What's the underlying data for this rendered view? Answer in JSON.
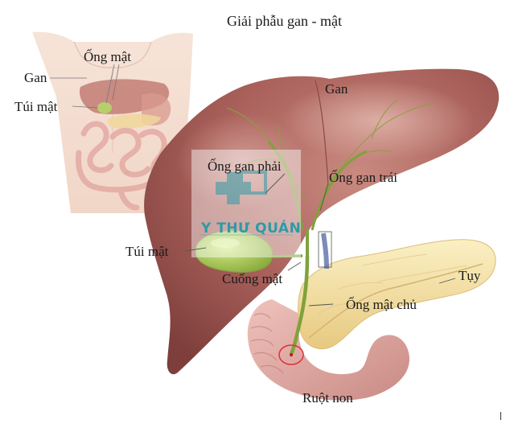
{
  "title": "Giải phẫu gan - mật",
  "inset_labels": {
    "gan": "Gan",
    "ong_mat": "Ống mật",
    "tui_mat": "Túi mật"
  },
  "main_labels": {
    "gan": "Gan",
    "ong_gan_phai": "Ống gan phải",
    "ong_gan_trai": "Ống gan trái",
    "tui_mat": "Túi mật",
    "cuong_mat": "Cuống mật",
    "tuy": "Tụy",
    "ong_mat_chu": "Ống mật chủ",
    "ruot_non": "Ruột non"
  },
  "watermark": {
    "name": "Y THƯ QUÁN",
    "color": "#2e9aa6"
  },
  "colors": {
    "liver": "#b06a64",
    "gallbladder": "#a8c85a",
    "pancreas": "#f2dfa0",
    "intestine": "#e1a6a0",
    "highlight_circle": "#e0303a"
  }
}
